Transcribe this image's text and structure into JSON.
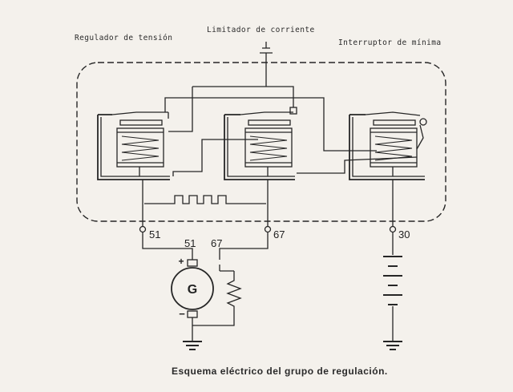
{
  "labels": {
    "voltage_regulator": "Regulador de tensión",
    "current_limiter": "Limitador de corriente",
    "cutout_relay": "Interruptor de mínima"
  },
  "terminals": {
    "t51": "51",
    "t67": "67",
    "t30": "30",
    "gen_51": "51",
    "gen_67": "67"
  },
  "generator": {
    "letter": "G",
    "plus": "+",
    "minus": "−"
  },
  "caption": "Esquema eléctrico del grupo de regulación."
}
